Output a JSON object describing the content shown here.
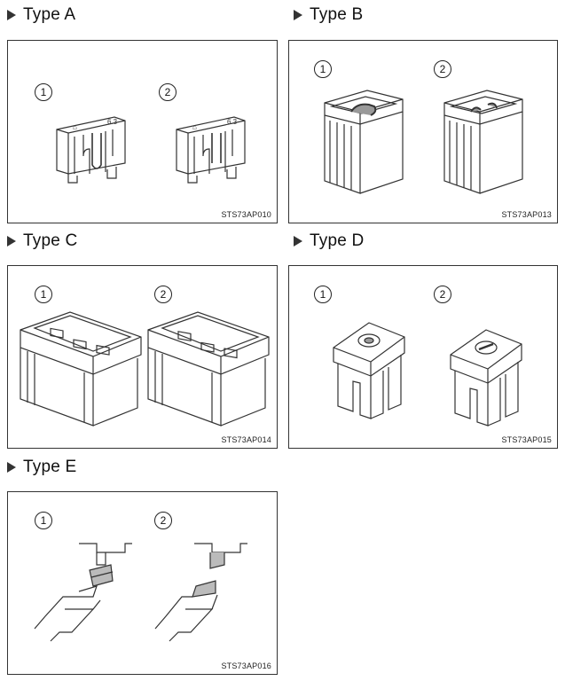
{
  "sections": [
    {
      "heading": "Type A",
      "code": "STS73AP010",
      "num1": "1",
      "num2": "2"
    },
    {
      "heading": "Type B",
      "code": "STS73AP013",
      "num1": "1",
      "num2": "2"
    },
    {
      "heading": "Type C",
      "code": "STS73AP014",
      "num1": "1",
      "num2": "2"
    },
    {
      "heading": "Type D",
      "code": "STS73AP015",
      "num1": "1",
      "num2": "2"
    },
    {
      "heading": "Type E",
      "code": "STS73AP016",
      "num1": "1",
      "num2": "2"
    }
  ],
  "colors": {
    "line": "#333333",
    "shade": "#888888"
  },
  "icons": {
    "heading_marker": "triangle-right-icon"
  }
}
